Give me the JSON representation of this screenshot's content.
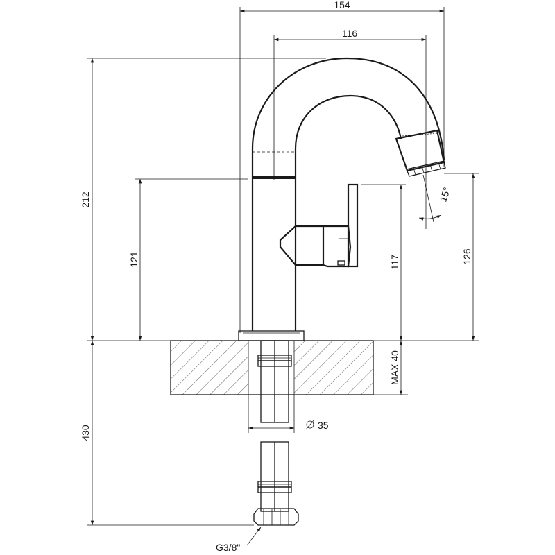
{
  "drawing": {
    "dimensions": {
      "overall_width": "154",
      "spout_reach": "116",
      "total_height": "212",
      "lever_height": "121",
      "outlet_height_left": "117",
      "outlet_height_right": "126",
      "spray_angle": "15°",
      "max_deck_thickness": "MAX 40",
      "hole_diameter": "35",
      "hose_length": "430",
      "connection_thread": "G3/8\""
    }
  }
}
